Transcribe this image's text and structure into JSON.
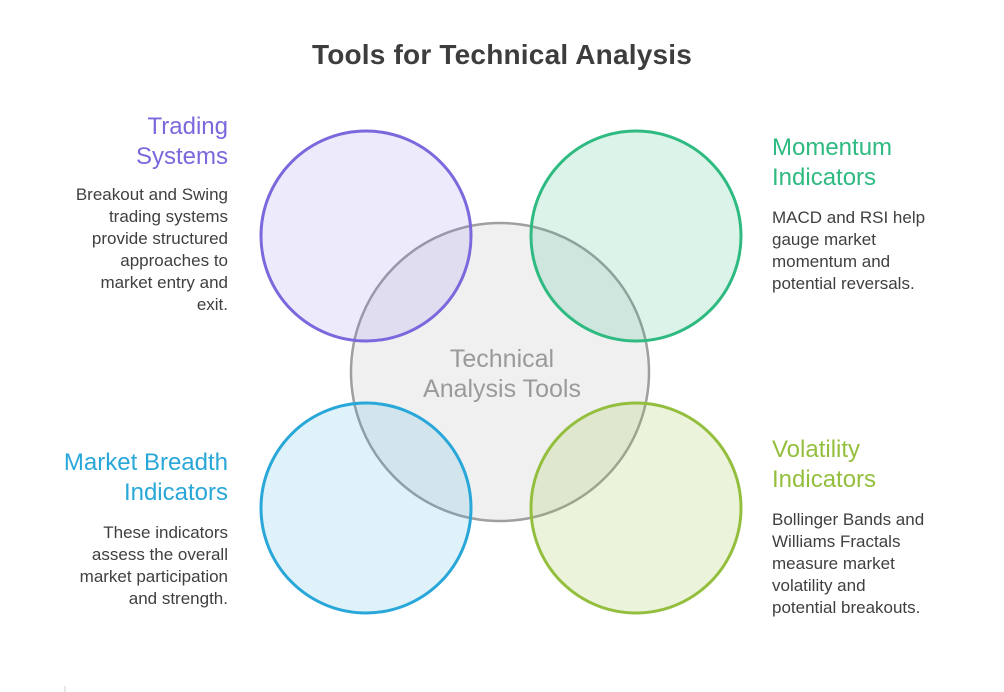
{
  "title": "Tools for Technical Analysis",
  "diagram": {
    "center_label_lines": [
      "Technical",
      "Analysis Tools"
    ],
    "colors": {
      "center_stroke": "#9f9fa0",
      "trading_stroke": "#7a68dd",
      "momentum_stroke": "#2eba80",
      "breadth_stroke": "#29a7d9",
      "volatility_stroke": "#94bf3e"
    }
  },
  "sections": {
    "trading": {
      "heading_lines": [
        "Trading",
        "Systems"
      ],
      "heading_color": "#7a68dd",
      "body_lines": [
        "Breakout and Swing",
        "trading systems",
        "provide structured",
        "approaches to",
        "market entry and",
        "exit."
      ]
    },
    "momentum": {
      "heading_lines": [
        "Momentum",
        "Indicators"
      ],
      "heading_color": "#2eba80",
      "body_lines": [
        "MACD and RSI help",
        "gauge market",
        "momentum and",
        "potential reversals."
      ]
    },
    "breadth": {
      "heading_lines": [
        "Market Breadth",
        "Indicators"
      ],
      "heading_color": "#29a7d9",
      "body_lines": [
        "These indicators",
        "assess the overall",
        "market participation",
        "and strength."
      ]
    },
    "volatility": {
      "heading_lines": [
        "Volatility",
        "Indicators"
      ],
      "heading_color": "#94bf3e",
      "body_lines": [
        "Bollinger Bands and",
        "Williams Fractals",
        "measure market",
        "volatility and",
        "potential breakouts."
      ]
    }
  }
}
